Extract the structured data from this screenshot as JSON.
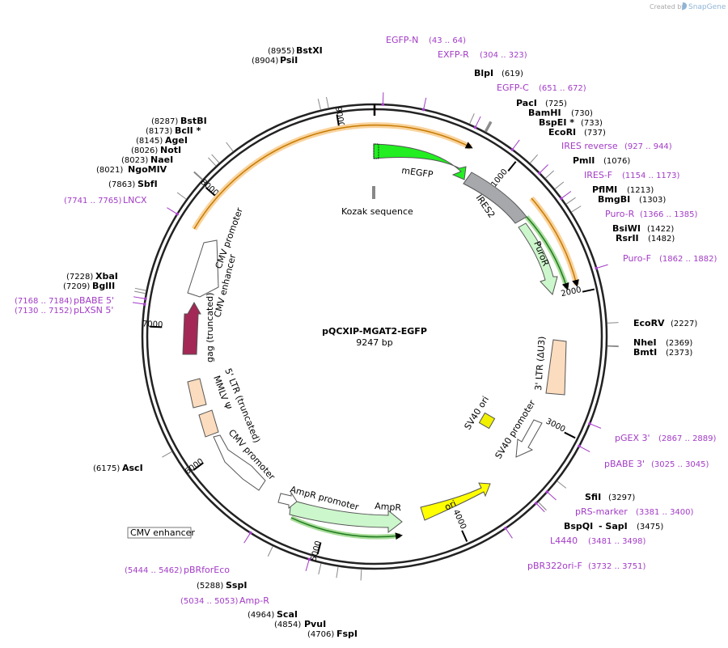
{
  "credit": {
    "prefix": "Created by",
    "brand": "SnapGene"
  },
  "plasmid": {
    "name": "pQCXIP-MGAT2-EGFP",
    "size_label": "9247 bp",
    "length": 9247
  },
  "ticks": [
    {
      "bp": 1000,
      "label": "1000"
    },
    {
      "bp": 2000,
      "label": "2000"
    },
    {
      "bp": 3000,
      "label": "3000"
    },
    {
      "bp": 4000,
      "label": "4000"
    },
    {
      "bp": 5000,
      "label": "5000"
    },
    {
      "bp": 6000,
      "label": "6000"
    },
    {
      "bp": 7000,
      "label": "7000"
    },
    {
      "bp": 8000,
      "label": "8000"
    },
    {
      "bp": 9000,
      "label": "9000"
    }
  ],
  "enzymes": [
    {
      "name": "BstXI",
      "pos": "(8955)",
      "bp": 8955
    },
    {
      "name": "PsiI",
      "pos": "(8904)",
      "bp": 8904
    },
    {
      "name": "BlpI",
      "pos": "(619)",
      "bp": 619
    },
    {
      "name": "PacI",
      "pos": "(725)",
      "bp": 725
    },
    {
      "name": "BamHI",
      "pos": "(730)",
      "bp": 730
    },
    {
      "name": "BspEI *",
      "pos": "(733)",
      "bp": 733
    },
    {
      "name": "EcoRI",
      "pos": "(737)",
      "bp": 737
    },
    {
      "name": "PmlI",
      "pos": "(1076)",
      "bp": 1076
    },
    {
      "name": "PflMI",
      "pos": "(1213)",
      "bp": 1213
    },
    {
      "name": "BmgBI",
      "pos": "(1303)",
      "bp": 1303
    },
    {
      "name": "BsiWI",
      "pos": "(1422)",
      "bp": 1422
    },
    {
      "name": "RsrII",
      "pos": "(1482)",
      "bp": 1482
    },
    {
      "name": "EcoRV",
      "pos": "(2227)",
      "bp": 2227
    },
    {
      "name": "NheI",
      "pos": "(2369)",
      "bp": 2369
    },
    {
      "name": "BmtI",
      "pos": "(2373)",
      "bp": 2373
    },
    {
      "name": "SfiI",
      "pos": "(3297)",
      "bp": 3297
    },
    {
      "name": "BspQI",
      "pos": "(3475)",
      "bp": 3475
    },
    {
      "name": "- SapI",
      "pos": "",
      "bp": 3475
    },
    {
      "name": "FspI",
      "pos": "(4706)",
      "bp": 4706
    },
    {
      "name": "PvuI",
      "pos": "(4854)",
      "bp": 4854
    },
    {
      "name": "ScaI",
      "pos": "(4964)",
      "bp": 4964
    },
    {
      "name": "SspI",
      "pos": "(5288)",
      "bp": 5288
    },
    {
      "name": "AscI",
      "pos": "(6175)",
      "bp": 6175
    },
    {
      "name": "BglII",
      "pos": "(7209)",
      "bp": 7209
    },
    {
      "name": "XbaI",
      "pos": "(7228)",
      "bp": 7228
    },
    {
      "name": "SbfI",
      "pos": "(7863)",
      "bp": 7863
    },
    {
      "name": "NgoMIV",
      "pos": "(8021)",
      "bp": 8021
    },
    {
      "name": "NaeI",
      "pos": "(8023)",
      "bp": 8023
    },
    {
      "name": "NotI",
      "pos": "(8026)",
      "bp": 8026
    },
    {
      "name": "AgeI",
      "pos": "(8145)",
      "bp": 8145
    },
    {
      "name": "BclI *",
      "pos": "(8173)",
      "bp": 8173
    },
    {
      "name": "BstBI",
      "pos": "(8287)",
      "bp": 8287
    }
  ],
  "primers": [
    {
      "name": "EGFP-N",
      "pos": "(43 .. 64)",
      "bp": 53
    },
    {
      "name": "EXFP-R",
      "pos": "(304 .. 323)",
      "bp": 313
    },
    {
      "name": "EGFP-C",
      "pos": "(651 .. 672)",
      "bp": 661
    },
    {
      "name": "IRES reverse",
      "pos": "(927 .. 944)",
      "bp": 935
    },
    {
      "name": "IRES-F",
      "pos": "(1154 .. 1173)",
      "bp": 1163
    },
    {
      "name": "Puro-R",
      "pos": "(1366 .. 1385)",
      "bp": 1375
    },
    {
      "name": "Puro-F",
      "pos": "(1862 .. 1882)",
      "bp": 1872
    },
    {
      "name": "pGEX 3'",
      "pos": "(2867 .. 2889)",
      "bp": 2878
    },
    {
      "name": "pBABE 3'",
      "pos": "(3025 .. 3045)",
      "bp": 3035
    },
    {
      "name": "pRS-marker",
      "pos": "(3381 .. 3400)",
      "bp": 3390
    },
    {
      "name": "L4440",
      "pos": "(3481 .. 3498)",
      "bp": 3490
    },
    {
      "name": "pBR322ori-F",
      "pos": "(3732 .. 3751)",
      "bp": 3741
    },
    {
      "name": "Amp-R",
      "pos": "(5034 .. 5053)",
      "bp": 5043
    },
    {
      "name": "pBRforEco",
      "pos": "(5444 .. 5462)",
      "bp": 5453
    },
    {
      "name": "pLXSN 5'",
      "pos": "(7130 .. 7152)",
      "bp": 7141
    },
    {
      "name": "pBABE 5'",
      "pos": "(7168 .. 7184)",
      "bp": 7176
    },
    {
      "name": "LNCX",
      "pos": "(7741 .. 7765)",
      "bp": 7753
    }
  ],
  "features": [
    {
      "name": "mEGFP"
    },
    {
      "name": "IRES2"
    },
    {
      "name": "PuroR"
    },
    {
      "name": "Kozak sequence"
    },
    {
      "name": "3' LTR (ΔU3)"
    },
    {
      "name": "SV40 ori"
    },
    {
      "name": "SV40 promoter"
    },
    {
      "name": "ori"
    },
    {
      "name": "AmpR"
    },
    {
      "name": "AmpR promoter"
    },
    {
      "name": "CMV enhancer"
    },
    {
      "name": "CMV promoter"
    },
    {
      "name": "MMLV Ψ"
    },
    {
      "name": "5' LTR (truncated)"
    },
    {
      "name": "gag (truncated)"
    },
    {
      "name": "CMV promoter"
    },
    {
      "name": "CMV enhancer"
    }
  ],
  "colors": {
    "egfp": "#22ee22",
    "ires": "#a6a8ab",
    "puro": "#ccf7cc",
    "ltr": "#fcdcbe",
    "sv40ori": "#f0f000",
    "ori": "#ffff00",
    "amp": "#ccf7cc",
    "gag": "#a32855",
    "primer": "#a23bc6",
    "orf_orange": "#ffa500",
    "orf_green": "#00aa00"
  }
}
